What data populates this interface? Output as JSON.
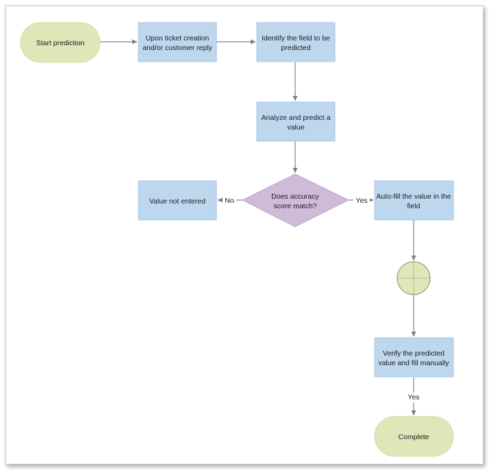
{
  "colors": {
    "terminal_fill": "#dfe7b8",
    "process_fill": "#bcd7ee",
    "process_stroke": "#a9c6e0",
    "decision_fill": "#cfbbd8",
    "connector_fill": "#dfe7b8",
    "connector_stroke": "#8a8a6a",
    "edge": "#808080"
  },
  "nodes": {
    "start": {
      "lines": [
        "Start prediction"
      ]
    },
    "ticket": {
      "lines": [
        "Upon ticket creation",
        "and/or customer reply"
      ]
    },
    "identify": {
      "lines": [
        "Identify the field to be",
        "predicted"
      ]
    },
    "analyze": {
      "lines": [
        "Analyze and predict a",
        "value"
      ]
    },
    "decision": {
      "lines": [
        "Does accuracy",
        "score match?"
      ]
    },
    "not_entered": {
      "lines": [
        "Value not entered"
      ]
    },
    "autofill": {
      "lines": [
        "Auto-fill the value in the",
        "field"
      ]
    },
    "verify": {
      "lines": [
        "Verify the predicted",
        "value and fill manually"
      ]
    },
    "complete": {
      "lines": [
        "Complete"
      ]
    }
  },
  "edge_labels": {
    "no": "No",
    "yes_right": "Yes",
    "yes_bottom": "Yes"
  }
}
